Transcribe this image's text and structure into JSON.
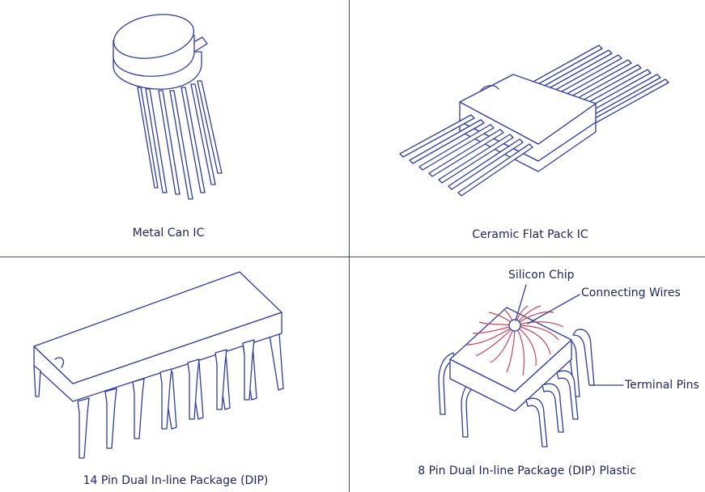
{
  "panels": {
    "metal_can": {
      "caption": "Metal Can IC"
    },
    "flat_pack": {
      "caption": "Ceramic Flat Pack IC"
    },
    "dip14": {
      "caption": "14 Pin Dual In-line Package (DIP)"
    },
    "dip8": {
      "caption": "8 Pin Dual In-line Package (DIP) Plastic",
      "labels": {
        "chip": "Silicon Chip",
        "wires": "Connecting Wires",
        "pins": "Terminal Pins"
      }
    }
  },
  "colors": {
    "line": "#2f3ca3",
    "divider": "#3a47a8",
    "wire": "#c9475e",
    "text": "#20265e"
  }
}
